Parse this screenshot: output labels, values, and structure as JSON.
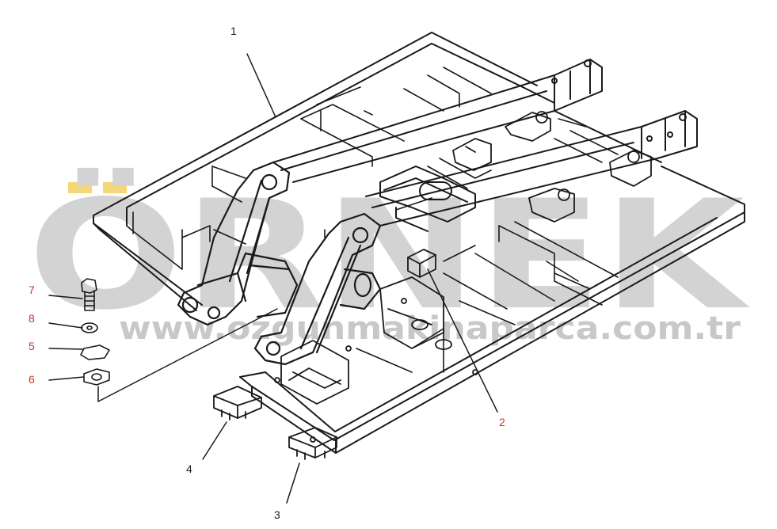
{
  "watermark": {
    "logo_text": "ÖRNEK",
    "url_text": "www.ozgunmakinaparca.com.tr",
    "logo_color": "#d3d3d3",
    "url_color": "#c8c8c8",
    "dots_color": "#f3d77a"
  },
  "colors": {
    "line": "#1a1a1a",
    "callout_red": "#c0392b",
    "callout_black": "#222222",
    "background": "#ffffff"
  },
  "callouts": [
    {
      "id": "1",
      "label": "1",
      "color_key": "callout_black"
    },
    {
      "id": "2",
      "label": "2",
      "color_key": "callout_red"
    },
    {
      "id": "3",
      "label": "3",
      "color_key": "callout_black"
    },
    {
      "id": "4",
      "label": "4",
      "color_key": "callout_black"
    },
    {
      "id": "5",
      "label": "5",
      "color_key": "callout_red"
    },
    {
      "id": "6",
      "label": "6",
      "color_key": "callout_red"
    },
    {
      "id": "7",
      "label": "7",
      "color_key": "callout_red"
    },
    {
      "id": "8",
      "label": "8",
      "color_key": "callout_red"
    }
  ]
}
